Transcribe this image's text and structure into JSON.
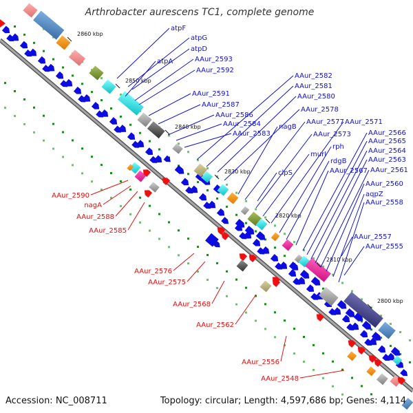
{
  "title": "Arthrobacter aurescens TC1, complete genome",
  "accession": "Accession: NC_008711",
  "topology": "Topology: circular; Length: 4,597,686 bp; Genes: 4,114",
  "colors": {
    "forward_label": "#1010d0",
    "reverse_label": "#e01010",
    "backbone": "#888888",
    "gene_blue": "#0c0ce0",
    "gene_red": "#ee1010",
    "gc_green": "#1a8a1a"
  },
  "ticks": [
    {
      "label": "2860 kbp"
    },
    {
      "label": "2850 kbp"
    },
    {
      "label": "2840 kbp"
    },
    {
      "label": "2830 kbp"
    },
    {
      "label": "2820 kbp"
    },
    {
      "label": "2810 kbp"
    },
    {
      "label": "2800 kbp"
    }
  ],
  "forward_labels": [
    "atpF",
    "atpG",
    "atpD",
    "atpA",
    "AAur_2593",
    "AAur_2592",
    "AAur_2591",
    "AAur_2587",
    "AAur_2586",
    "AAur_2584",
    "AAur_2583",
    "AAur_2582",
    "AAur_2581",
    "AAur_2580",
    "AAur_2578",
    "nagB",
    "AAur_2577",
    "AAur_2573",
    "murI",
    "AAur_2571",
    "rph",
    "rdgB",
    "AAur_2567",
    "clpS",
    "AAur_2566",
    "AAur_2565",
    "AAur_2564",
    "AAur_2563",
    "AAur_2561",
    "AAur_2560",
    "aqpZ",
    "AAur_2558",
    "AAur_2557",
    "AAur_2555"
  ],
  "reverse_labels": [
    "AAur_2590",
    "nagA",
    "AAur_2588",
    "AAur_2585",
    "AAur_2576",
    "AAur_2575",
    "AAur_2568",
    "AAur_2562",
    "AAur_2556",
    "AAur_2548"
  ]
}
